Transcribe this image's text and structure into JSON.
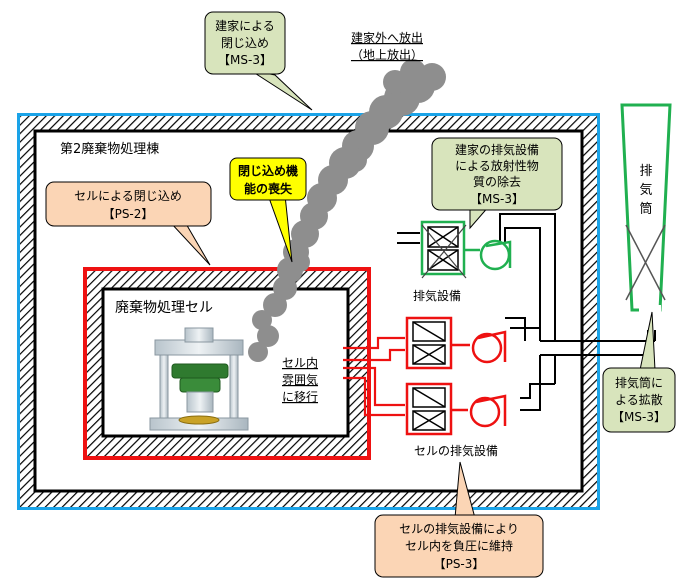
{
  "building": {
    "name": "第2廃棄物処理棟",
    "border_color": "#1aa3e8"
  },
  "cell": {
    "name": "廃棄物処理セル",
    "border_color": "#ee1111"
  },
  "release": {
    "line1": "建家外へ放出",
    "line2": "（地上放出）"
  },
  "callouts": {
    "building_confinement": {
      "lines": [
        "建家による",
        "閉じ込め",
        "【MS-3】"
      ],
      "fill": "#d8e4bc"
    },
    "loss_of_confinement": {
      "lines": [
        "閉じ込め機",
        "能の喪失"
      ],
      "fill": "#ffff00"
    },
    "cell_confinement": {
      "lines": [
        "セルによる閉じ込め",
        "【PS-2】"
      ],
      "fill": "#fbd5b5"
    },
    "building_exhaust_removal": {
      "lines": [
        "建家の排気設備",
        "による放射性物",
        "質の除去",
        "【MS-3】"
      ],
      "fill": "#d8e4bc"
    },
    "stack_dispersion": {
      "lines": [
        "排気筒に",
        "よる拡散",
        "【MS-3】"
      ],
      "fill": "#d8e4bc"
    },
    "cell_negative_pressure": {
      "lines": [
        "セルの排気設備により",
        "セル内を負圧に維持",
        "【PS-3】"
      ],
      "fill": "#fbd5b5"
    }
  },
  "labels": {
    "cell_atmosphere": [
      "セル内",
      "雰囲気",
      "に移行"
    ],
    "exhaust_equipment": "排気設備",
    "cell_exhaust_equipment": "セルの排気設備",
    "stack": [
      "排",
      "気",
      "筒"
    ]
  }
}
